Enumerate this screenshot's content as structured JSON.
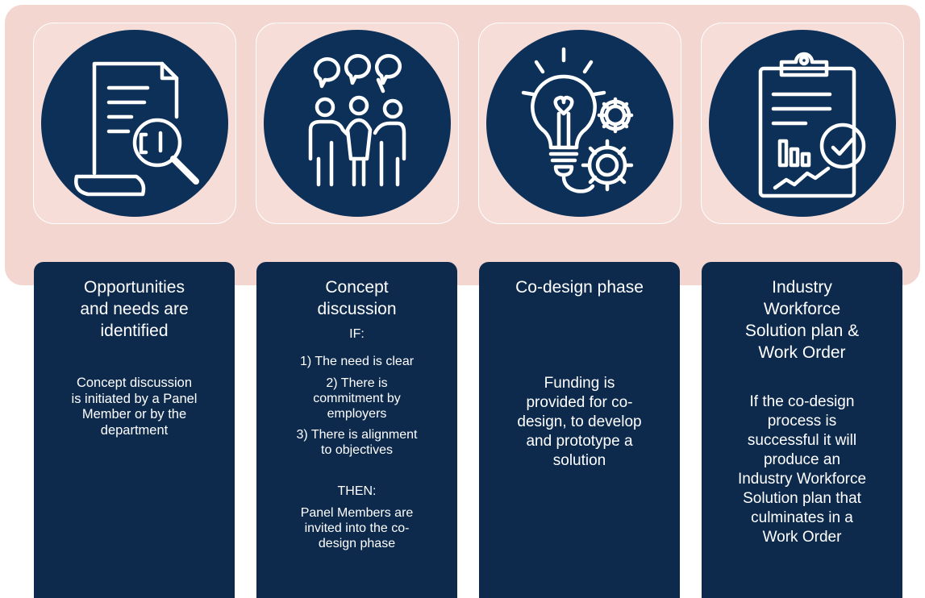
{
  "steps": [
    {
      "icon": "document-magnifier-icon",
      "title": "Opportunities and needs are identified",
      "title_lines": [
        "Opportunities",
        "and needs are",
        "identified"
      ],
      "description_lines": [
        "Concept discussion",
        "is initiated by a Panel",
        "Member or by the",
        "department"
      ]
    },
    {
      "icon": "people-discussion-icon",
      "title": "Concept discussion",
      "title_lines": [
        "Concept",
        "discussion"
      ],
      "if_label": "IF:",
      "condition_1": "1) The need is clear",
      "condition_2_lines": [
        "2) There is",
        "commitment  by",
        "employers"
      ],
      "condition_3_lines": [
        "3) There is alignment",
        "to objectives"
      ],
      "then_label": "THEN:",
      "outcome_lines": [
        "Panel Members are",
        "invited into the co-",
        "design phase"
      ]
    },
    {
      "icon": "lightbulb-gears-icon",
      "title": "Co-design phase",
      "description_lines": [
        "Funding is",
        "provided for co-",
        "design, to develop",
        "and prototype a",
        "solution"
      ]
    },
    {
      "icon": "clipboard-checkmark-icon",
      "title": "Industry Workforce Solution plan & Work Order",
      "title_lines": [
        "Industry",
        "Workforce",
        "Solution plan &",
        "Work Order"
      ],
      "description_lines": [
        "If the co-design",
        "process is",
        "successful it will",
        "produce an",
        "Industry Workforce",
        "Solution plan that",
        "culminates in a",
        "Work Order"
      ]
    }
  ],
  "colors": {
    "band": "#f3d6d0",
    "circle": "#0d3059",
    "card": "#0d2a4d",
    "text": "#ffffff"
  }
}
